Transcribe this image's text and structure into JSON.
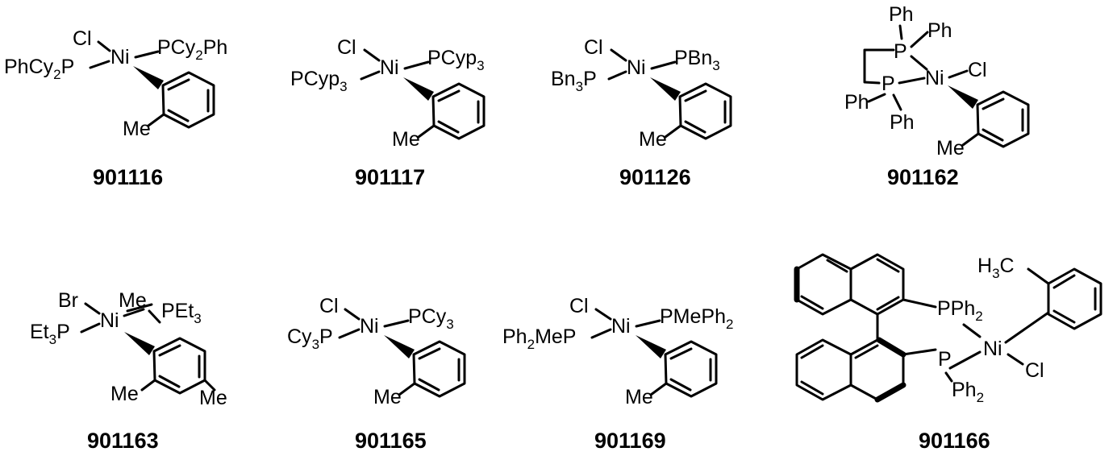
{
  "compounds": [
    {
      "id": "901116",
      "ligand": "PCy",
      "ligand_sub": "2",
      "ligand_tail": "Ph",
      "ligand2_head": "PhCy",
      "ligand2_sub": "2",
      "ligand2_tail": "P",
      "metal": "Ni",
      "halide": "Cl",
      "aryl_sub": "Me"
    },
    {
      "id": "901117",
      "ligand": "PCyp",
      "ligand_sub": "3",
      "ligand2_head": "PCyp",
      "ligand2_sub": "3",
      "ligand2_tail": "",
      "metal": "Ni",
      "halide": "Cl",
      "aryl_sub": "Me"
    },
    {
      "id": "901126",
      "ligand": "PBn",
      "ligand_sub": "3",
      "ligand2_head": "Bn",
      "ligand2_sub": "3",
      "ligand2_tail": "P",
      "metal": "Ni",
      "halide": "Cl",
      "aryl_sub": "Me"
    },
    {
      "id": "901162",
      "phenyls": [
        "Ph",
        "Ph",
        "Ph",
        "Ph"
      ],
      "phosphorus": "P",
      "metal": "Ni",
      "halide": "Cl",
      "aryl_sub": "Me"
    },
    {
      "id": "901163",
      "ligand": "PEt",
      "ligand_sub": "3",
      "ligand2_head": "Et",
      "ligand2_sub": "3",
      "ligand2_tail": "P",
      "metal": "Ni",
      "halide": "Br",
      "aryl_sub": "Me",
      "aryl_sub2": "Me",
      "aryl_sub3": "Me"
    },
    {
      "id": "901165",
      "ligand": "PCy",
      "ligand_sub": "3",
      "ligand2_head": "Cy",
      "ligand2_sub": "3",
      "ligand2_tail": "P",
      "metal": "Ni",
      "halide": "Cl",
      "aryl_sub": "Me"
    },
    {
      "id": "901169",
      "ligand": "PMePh",
      "ligand_sub": "2",
      "ligand2_head": "Ph",
      "ligand2_sub": "2",
      "ligand2_tail": "MeP",
      "metal": "Ni",
      "halide": "Cl",
      "aryl_sub": "Me"
    },
    {
      "id": "901166",
      "pph2_top": "PPh",
      "pph2_sub": "2",
      "p_bottom": "P",
      "ph2_bottom": "Ph",
      "ph2_sub": "2",
      "metal": "Ni",
      "halide": "Cl",
      "methyl": "H",
      "methyl_sub": "3",
      "methyl_tail": "C"
    }
  ]
}
